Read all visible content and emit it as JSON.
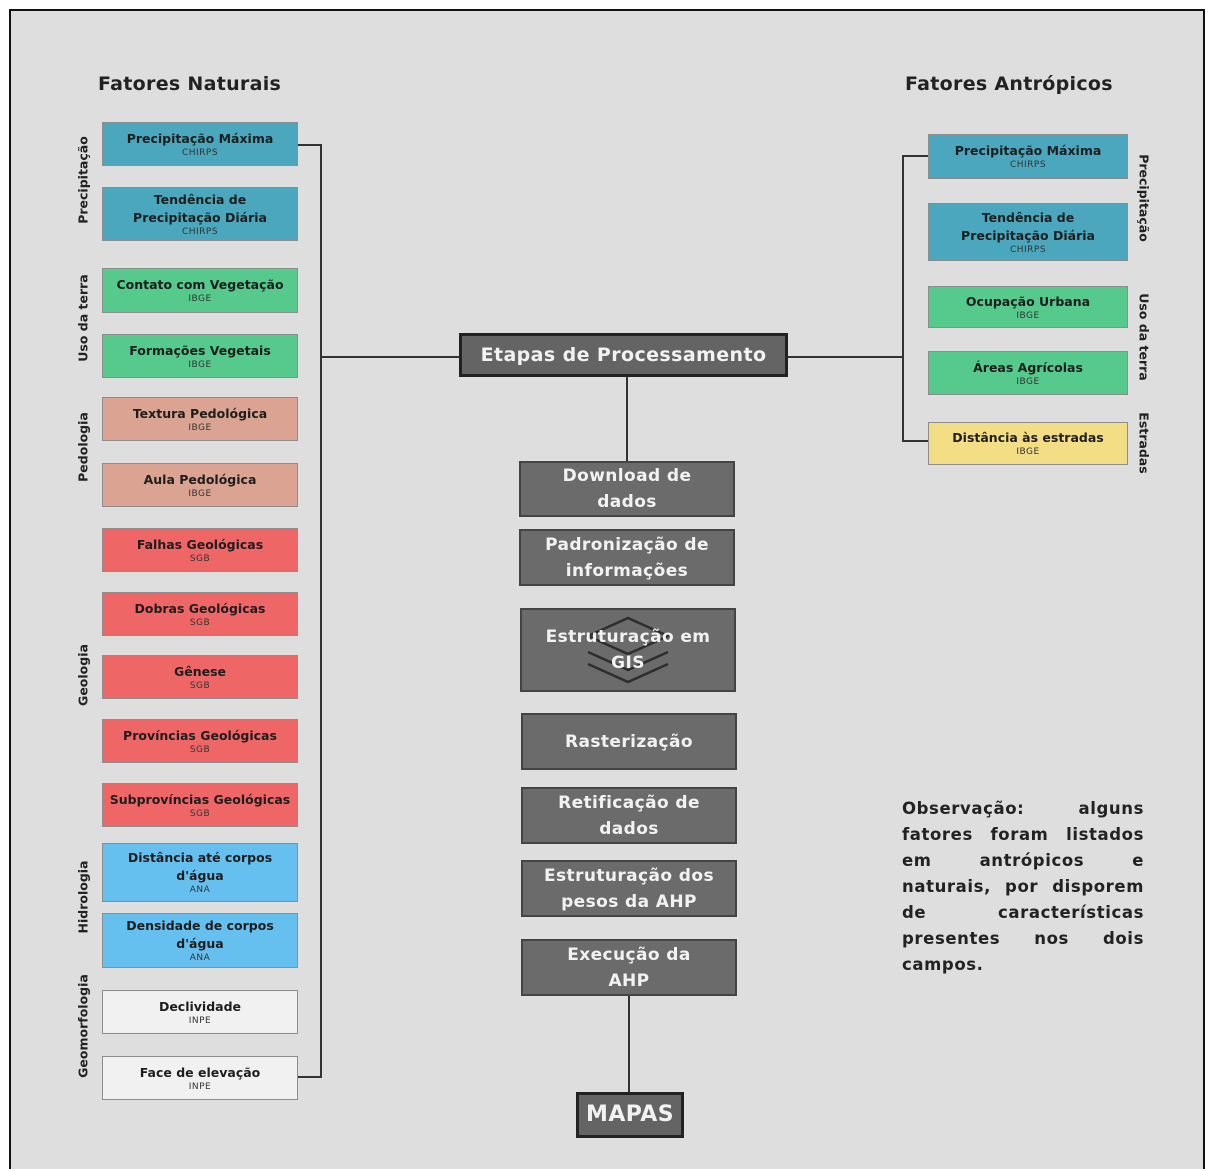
{
  "headings": {
    "left": "Fatores Naturais",
    "right": "Fatores Antrópicos"
  },
  "left_groups": [
    {
      "label": "Precipitação"
    },
    {
      "label": "Uso da terra"
    },
    {
      "label": "Pedologia"
    },
    {
      "label": "Geologia"
    },
    {
      "label": "Hidrologia"
    },
    {
      "label": "Geomorfologia"
    }
  ],
  "left_factors": [
    {
      "title": "Precipitação Máxima",
      "source": "CHIRPS",
      "color": "#4aa7bd"
    },
    {
      "title": "Tendência de\nPrecipitação Diária",
      "source": "CHIRPS",
      "color": "#4aa7bd"
    },
    {
      "title": "Contato com Vegetação",
      "source": "IBGE",
      "color": "#56c98d"
    },
    {
      "title": "Formações Vegetais",
      "source": "IBGE",
      "color": "#56c98d"
    },
    {
      "title": "Textura Pedológica",
      "source": "IBGE",
      "color": "#dba391"
    },
    {
      "title": "Aula Pedológica",
      "source": "IBGE",
      "color": "#dba391"
    },
    {
      "title": "Falhas Geológicas",
      "source": "SGB",
      "color": "#ef6667"
    },
    {
      "title": "Dobras Geológicas",
      "source": "SGB",
      "color": "#ef6667"
    },
    {
      "title": "Gênese",
      "source": "SGB",
      "color": "#ef6667"
    },
    {
      "title": "Províncias Geológicas",
      "source": "SGB",
      "color": "#ef6667"
    },
    {
      "title": "Subprovíncias Geológicas",
      "source": "SGB",
      "color": "#ef6667"
    },
    {
      "title": "Distância até corpos\nd'água",
      "source": "ANA",
      "color": "#66c0ef"
    },
    {
      "title": "Densidade de corpos\nd'água",
      "source": "ANA",
      "color": "#66c0ef"
    },
    {
      "title": "Declividade",
      "source": "INPE",
      "color": "#f1f1f1"
    },
    {
      "title": "Face de elevação",
      "source": "INPE",
      "color": "#f1f1f1"
    }
  ],
  "right_groups": [
    {
      "label": "Precipitação"
    },
    {
      "label": "Uso da terra"
    },
    {
      "label": "Estradas"
    }
  ],
  "right_factors": [
    {
      "title": "Precipitação Máxima",
      "source": "CHIRPS",
      "color": "#4aa7bd"
    },
    {
      "title": "Tendência de\nPrecipitação Diária",
      "source": "CHIRPS",
      "color": "#4aa7bd"
    },
    {
      "title": "Ocupação Urbana",
      "source": "IBGE",
      "color": "#56c98d"
    },
    {
      "title": "Áreas Agrícolas",
      "source": "IBGE",
      "color": "#56c98d"
    },
    {
      "title": "Distância às estradas",
      "source": "IBGE",
      "color": "#f3dd85"
    }
  ],
  "process": {
    "main": "Etapas de Processamento",
    "steps": [
      "Download de\ndados",
      "Padronização de\ninformações",
      "Estruturação em\nGIS",
      "Rasterização",
      "Retificação de\ndados",
      "Estruturação dos\npesos da AHP",
      "Execução da\nAHP"
    ],
    "output": "MAPAS"
  },
  "note": "Observação: alguns fatores foram listados em antrópicos e naturais, por disporem de características presentes nos dois campos."
}
